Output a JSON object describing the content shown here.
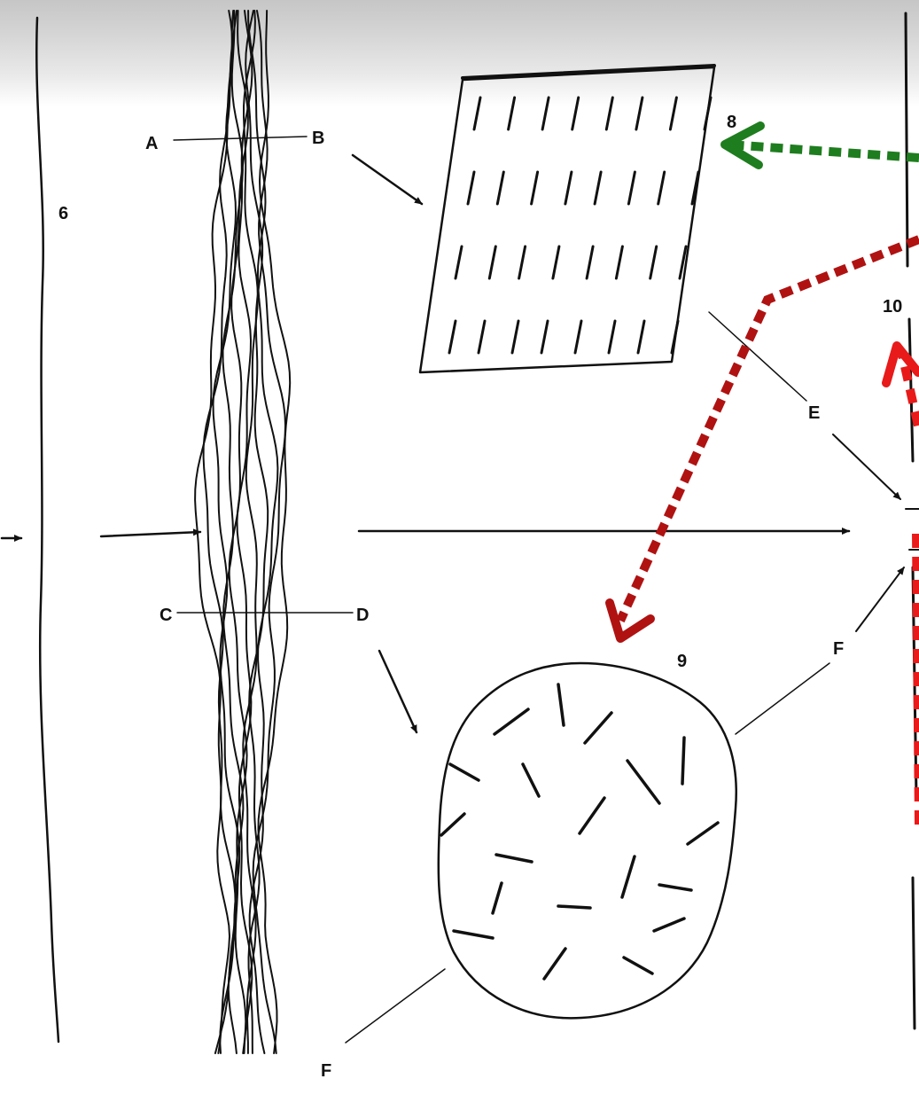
{
  "labels": {
    "fig6": "6",
    "fig8": "8",
    "fig9": "9",
    "fig10": "10",
    "a": "A",
    "b": "B",
    "c": "C",
    "d": "D",
    "e": "E",
    "f_upper": "F",
    "f_lower": "F"
  },
  "colors": {
    "ink": "#111111",
    "green_annotation": "#1e7d1e",
    "dark_red_annotation": "#b01212",
    "red_annotation": "#e81a1a"
  }
}
